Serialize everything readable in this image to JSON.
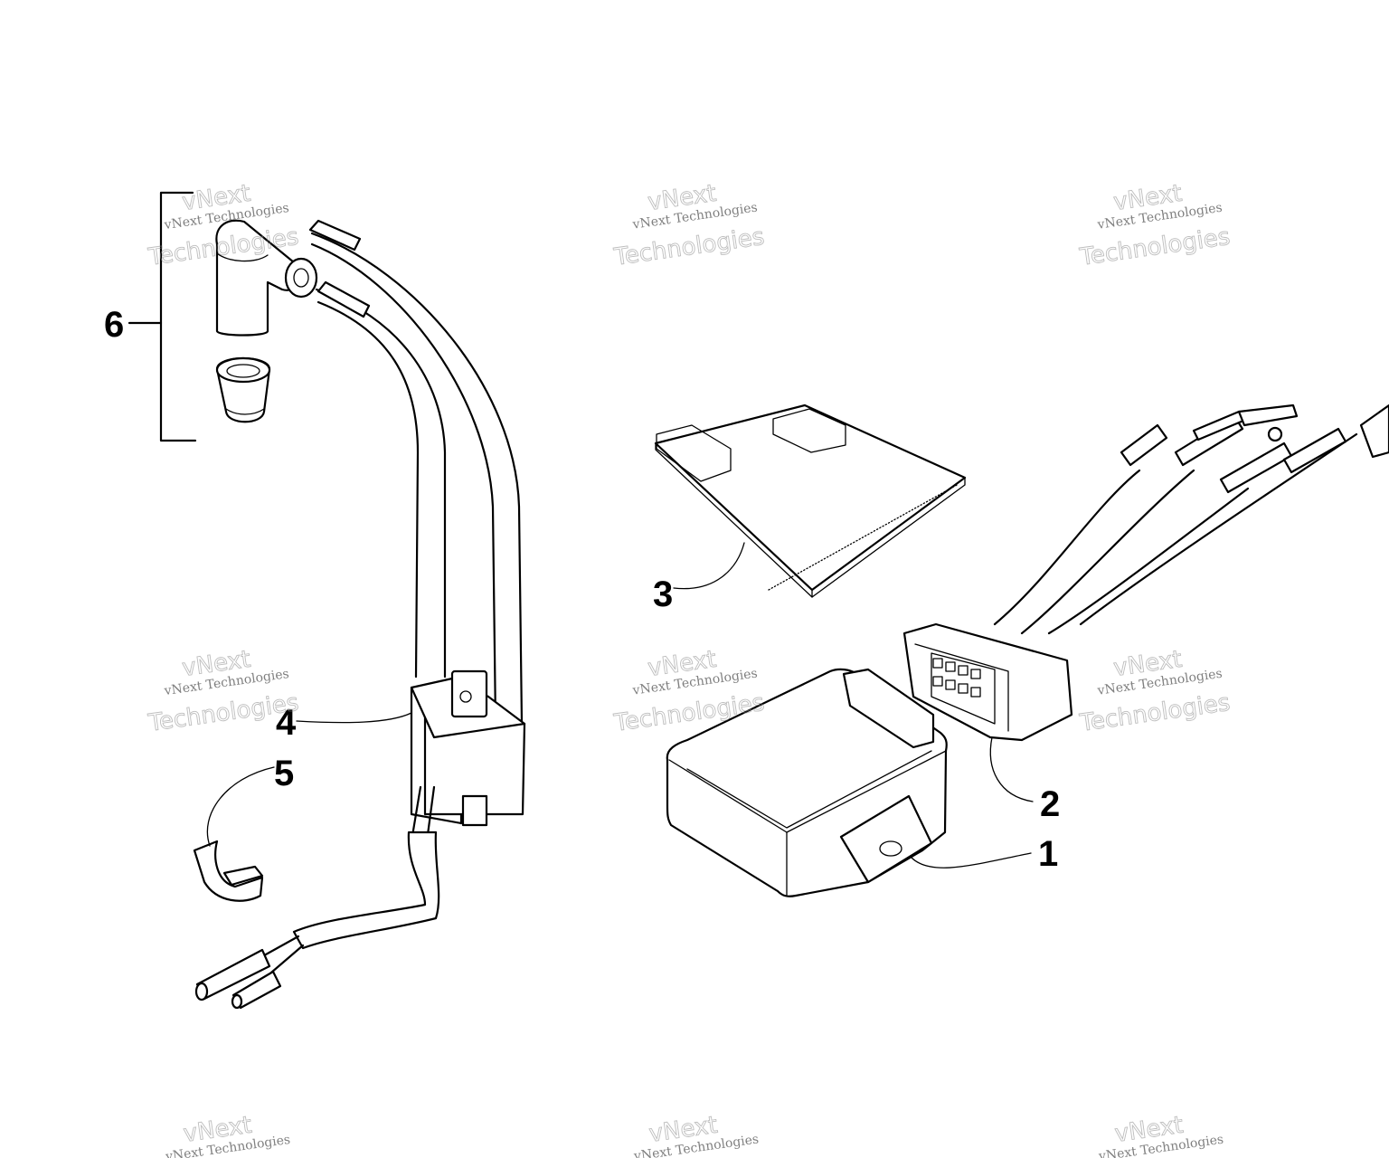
{
  "callouts": {
    "c1": "1",
    "c2": "2",
    "c3": "3",
    "c4": "4",
    "c5": "5",
    "c6": "6"
  },
  "watermark": {
    "line1": "vNext",
    "line2": "vNext Technologies",
    "line3": "Technologies"
  }
}
